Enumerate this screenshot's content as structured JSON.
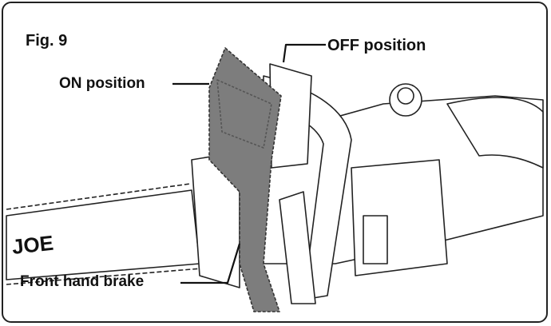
{
  "figure": {
    "title": "Fig. 9",
    "labels": {
      "on_position": "ON position",
      "off_position": "OFF position",
      "front_hand_brake": "Front hand brake"
    },
    "brand_mark": "JOE",
    "colors": {
      "line": "#222222",
      "guard_fill": "#7d7d7d",
      "background": "#ffffff"
    }
  }
}
